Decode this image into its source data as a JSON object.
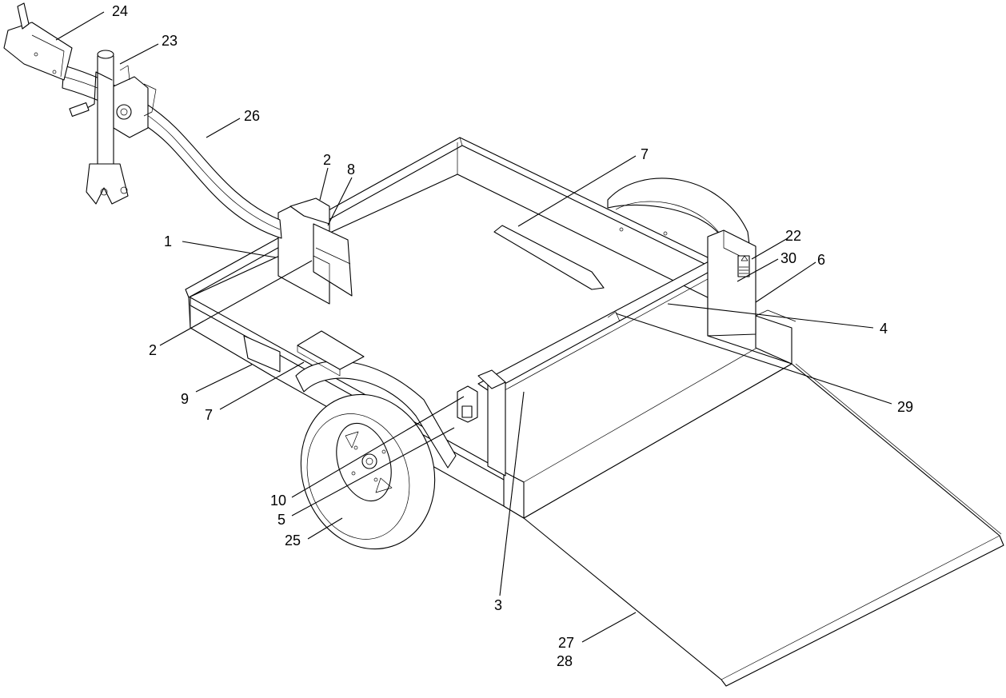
{
  "callouts": [
    {
      "id": "c24",
      "text": "24"
    },
    {
      "id": "c23",
      "text": "23"
    },
    {
      "id": "c26",
      "text": "26"
    },
    {
      "id": "c2a",
      "text": "2"
    },
    {
      "id": "c8",
      "text": "8"
    },
    {
      "id": "c7a",
      "text": "7"
    },
    {
      "id": "c22",
      "text": "22"
    },
    {
      "id": "c30",
      "text": "30"
    },
    {
      "id": "c6",
      "text": "6"
    },
    {
      "id": "c1",
      "text": "1"
    },
    {
      "id": "c4",
      "text": "4"
    },
    {
      "id": "c2b",
      "text": "2"
    },
    {
      "id": "c29",
      "text": "29"
    },
    {
      "id": "c9",
      "text": "9"
    },
    {
      "id": "c7b",
      "text": "7"
    },
    {
      "id": "c10",
      "text": "10"
    },
    {
      "id": "c5",
      "text": "5"
    },
    {
      "id": "c25",
      "text": "25"
    },
    {
      "id": "c3",
      "text": "3"
    },
    {
      "id": "c27",
      "text": "27"
    },
    {
      "id": "c28",
      "text": "28"
    }
  ],
  "colors": {
    "line": "#000000",
    "background": "#ffffff"
  }
}
